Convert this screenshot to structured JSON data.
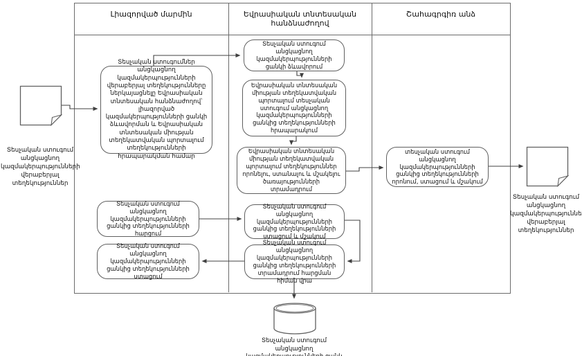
{
  "lanes": [
    {
      "title": "Լիազորված մարմին"
    },
    {
      "title": "Եվրասիական տնտեսական հանձնաժողով"
    },
    {
      "title": "Շահագրգիռ անձ"
    }
  ],
  "documents": {
    "input": {
      "label": "Տեսչական ստուգում անցկացնող կազմակերպությունների վերաբերյալ տեղեկություններ"
    },
    "output": {
      "label": "Տեսչական ստուգում անցկացնող կազմակերպությունների վերաբերյալ տեղեկություններ"
    }
  },
  "processes": {
    "submit_info": {
      "label": "Տեսչական ստուգումներ անցկացնող կազմակերպությունների վերաբերյալ տեղեկությունները ներկայացնելը Եվրասիական տնտեսական հանձնաժողով՝ լիազորված կազմակերպությունների ցանկի ձևավորման և Եվրասիական տնտեսական միության տեղեկատվական պորտալում տեղեկությունների հրապարակման համար"
    },
    "form_list": {
      "label": "Տեսչական ստուգում անցկացնող կազմակերպությունների ցանկի ձևավորում"
    },
    "publish_info": {
      "label": "Եվրասիական տնտեսական միության տեղեկատվական պորտալում տեսչական ստուգում անցկացնող կազմակերպությունների ցանկից տեղեկությունների հրապարակում"
    },
    "provide_services": {
      "label": "Եվրասիական տնտեսական միության տեղեկատվական պորտալում տեղեկություններ որոնելու, ստանալու և մշակելու ծառայությունների տրամադրում"
    },
    "search_receive": {
      "label": "տեսչական ստուգում անցկացնող կազմակերպությունների ցանկից տեղեկությունների որոնում, ստացում և մշակում"
    },
    "request_info": {
      "label": "Տեսչական ստուգում անցկացնող կազմակերպությունների ցանկից տեղեկությունների հարցում"
    },
    "receive_info": {
      "label": "Տեսչական ստուգում անցկացնող կազմակերպությունների ցանկից տեղեկությունների ստացում"
    },
    "receive_process": {
      "label": "Տեսչական ստուգում անցկացնող կազմակերպությունների ցանկից տեղեկությունների ստացում և մշակում"
    },
    "provide_on_request": {
      "label": "Տեսչական ստուգում անցկացնող կազմակերպությունների ցանկից տեղեկությունների տրամադրում հարցման հիման վրա"
    }
  },
  "database": {
    "label": "Տեսչական ստուգում անցկացնող կազմակերպությունների ցանկ"
  },
  "colors": {
    "border": "#5f5f5f",
    "lane_border": "#6b6b6b",
    "arrow": "#404040",
    "background": "#ffffff",
    "text": "#000000"
  }
}
